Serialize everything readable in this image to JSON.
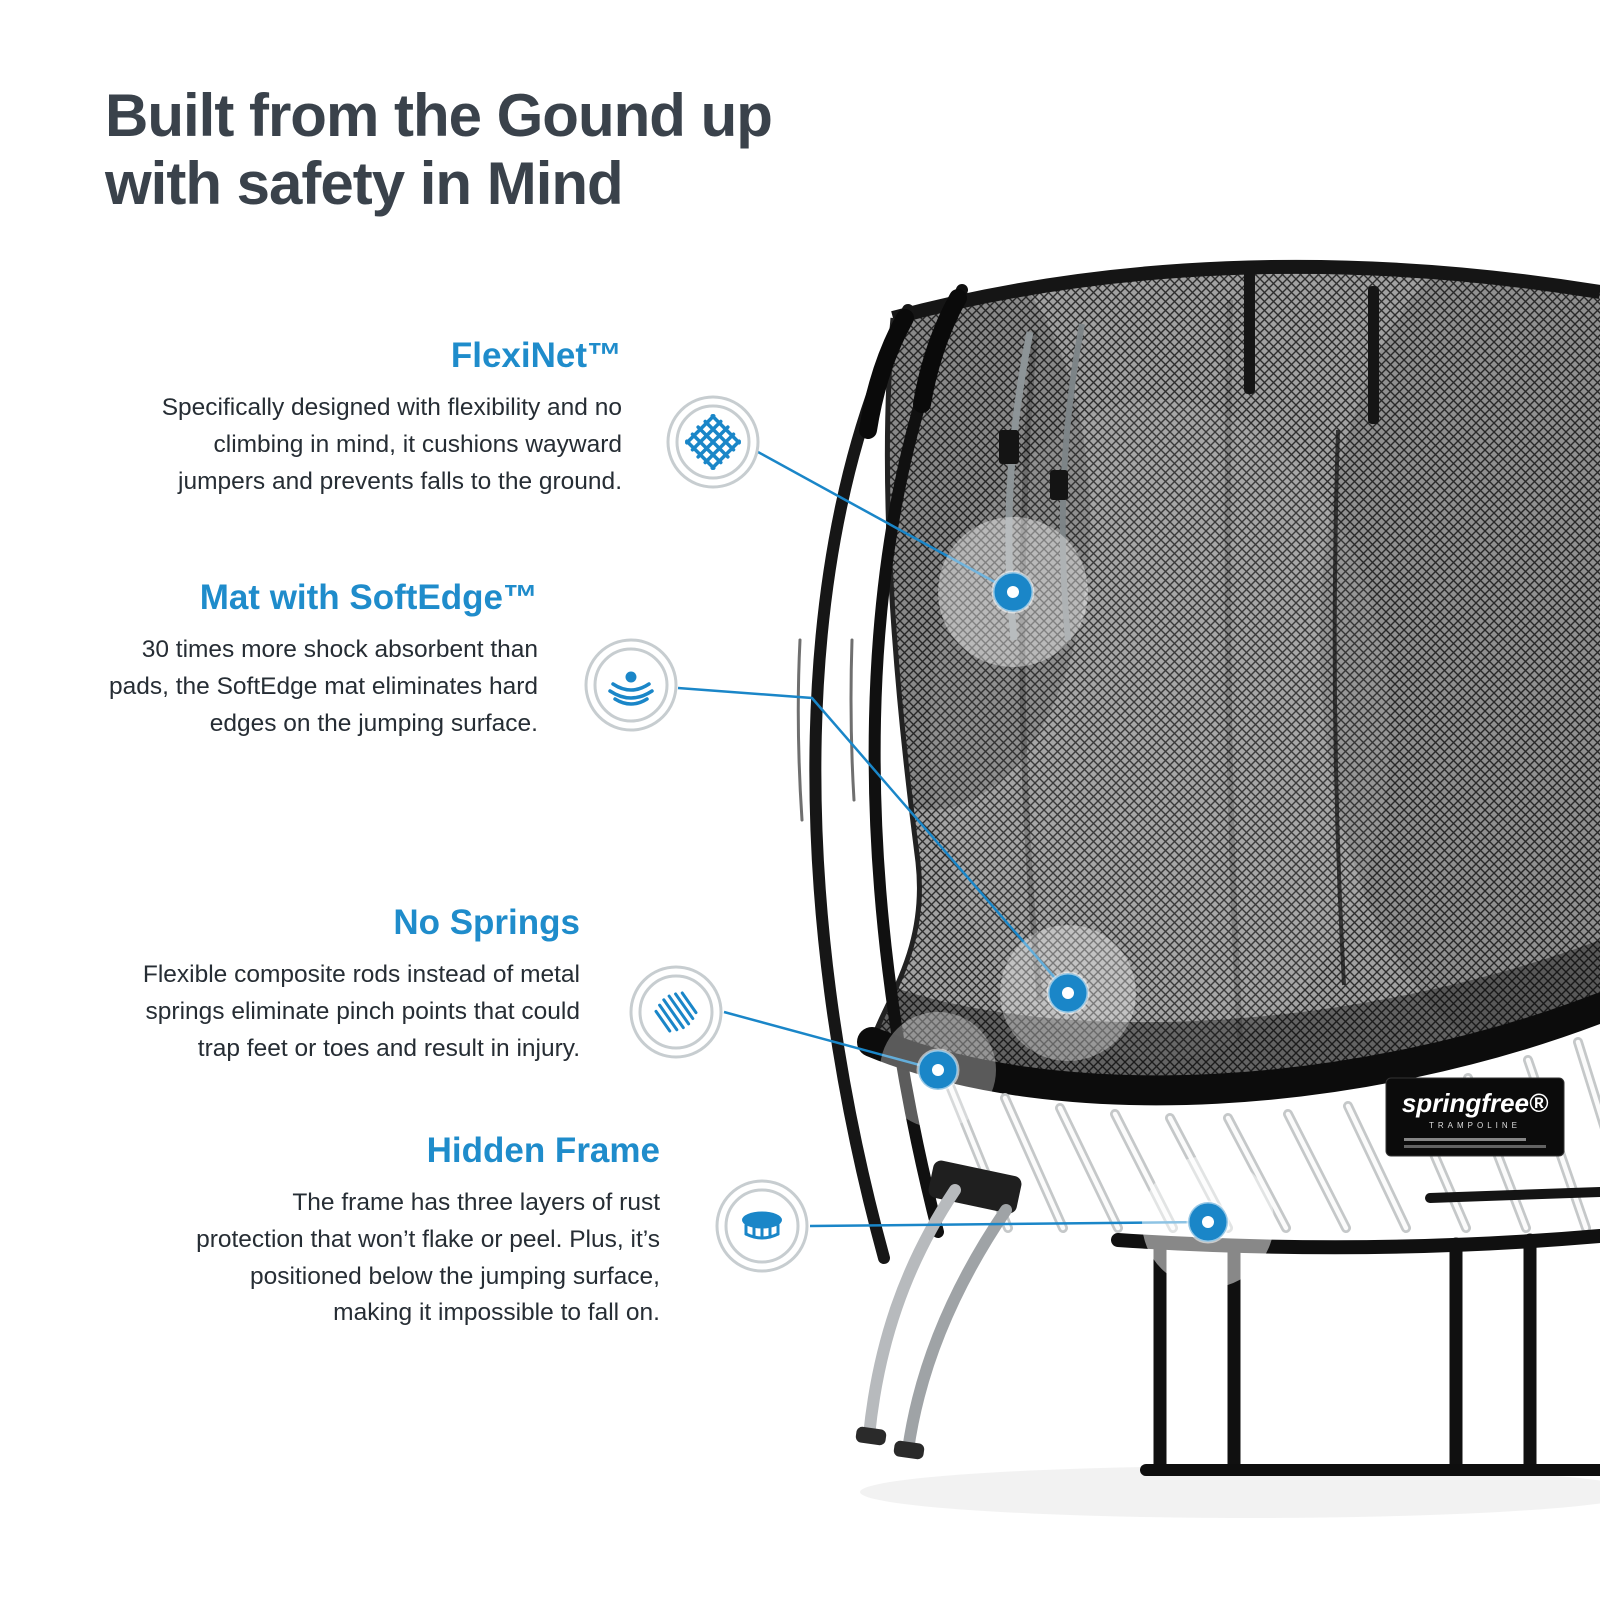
{
  "title": {
    "line1": "Built from the Gound up",
    "line2": "with safety in Mind"
  },
  "features": [
    {
      "heading": "FlexiNet™",
      "body": "Specifically designed with flexibility and no climbing in mind, it cushions wayward jumpers and prevents falls to the ground.",
      "icon": "net-mesh-icon"
    },
    {
      "heading": "Mat with SoftEdge™",
      "body": "30 times more shock absorbent than pads, the SoftEdge mat eliminates hard edges on the jumping surface.",
      "icon": "soft-edge-ripple-icon"
    },
    {
      "heading": "No Springs",
      "body": "Flexible composite rods instead of metal springs eliminate pinch points that could trap feet or toes and result in injury.",
      "icon": "composite-rods-icon"
    },
    {
      "heading": "Hidden Frame",
      "body": "The frame has three layers of rust protection that won’t flake or peel. Plus, it’s positioned below the jumping surface, making it impossible to fall on.",
      "icon": "hidden-frame-icon"
    }
  ],
  "brand": {
    "logo": "springfree®",
    "tagline": "TRAMPOLINE"
  },
  "colors": {
    "accent_blue": "#1a86c8",
    "heading_blue": "#1f8ccb",
    "title_gray": "#3a424b",
    "body_text": "#262d34"
  }
}
